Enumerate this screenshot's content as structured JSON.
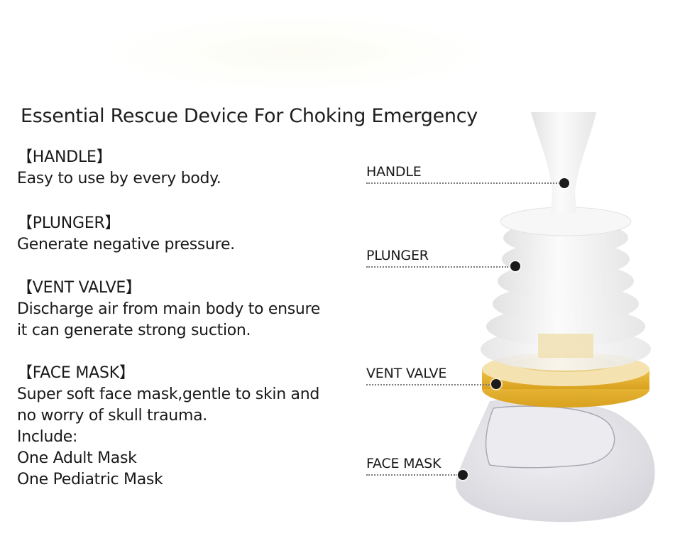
{
  "title": "Essential Rescue Device For Choking Emergency",
  "sections": [
    {
      "head": "【HANDLE】",
      "lines": [
        "Easy to use by every body."
      ]
    },
    {
      "head": "【PLUNGER】",
      "lines": [
        "Generate negative pressure."
      ]
    },
    {
      "head": "【VENT VALVE】",
      "lines": [
        "Discharge air from main body to ensure",
        "it can generate strong suction."
      ]
    },
    {
      "head": "【FACE MASK】",
      "lines": [
        "Super soft face mask,gentle to skin and",
        "no worry of skull trauma.",
        "Include:",
        "One Adult Mask",
        "One Pediatric Mask"
      ]
    }
  ],
  "callouts": [
    {
      "label": "HANDLE"
    },
    {
      "label": "PLUNGER"
    },
    {
      "label": "VENT VALVE"
    },
    {
      "label": "FACE MASK"
    }
  ],
  "colors": {
    "text": "#1a1a1a",
    "vent_ring": "#e6b32e",
    "plunger_white": "#f2f2f2",
    "mask_clear": "#dcdce2",
    "marker": "#1b1b1b"
  }
}
